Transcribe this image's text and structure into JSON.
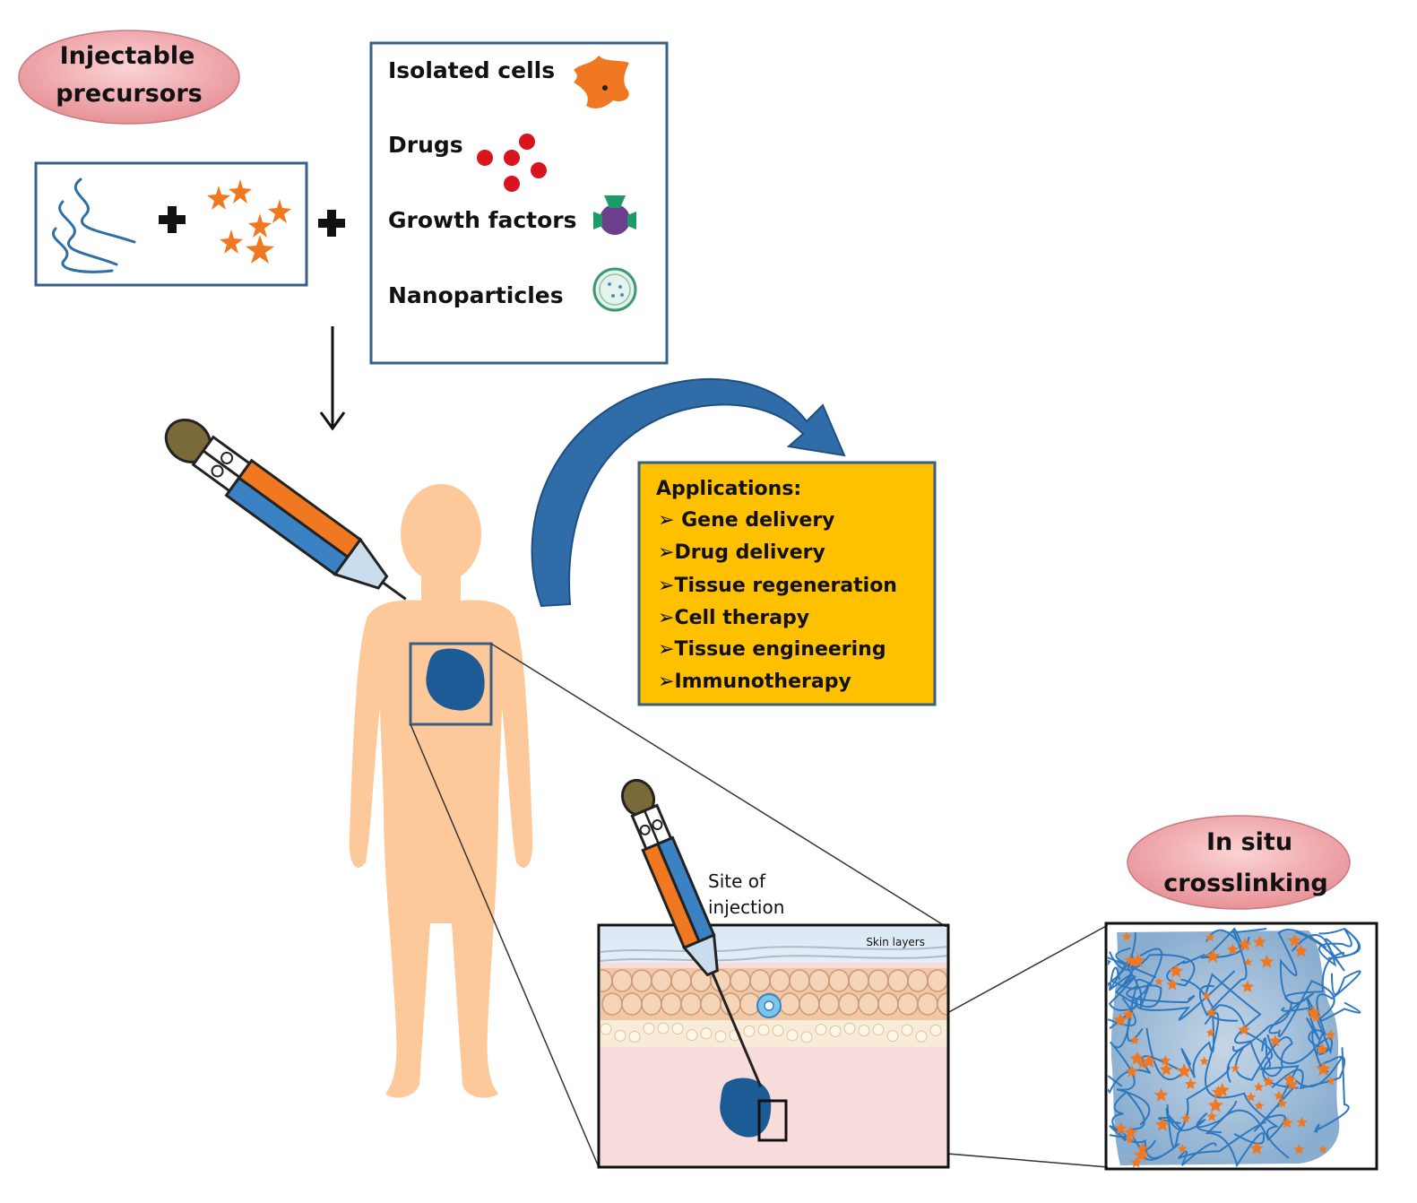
{
  "precursors_label": {
    "line1": "Injectable",
    "line2": "precursors"
  },
  "additives": {
    "items": [
      "Isolated cells",
      "Drugs",
      "Growth factors",
      "Nanoparticles"
    ]
  },
  "applications": {
    "title": "Applications:",
    "items": [
      "Gene delivery",
      "Drug delivery",
      "Tissue regeneration",
      "Cell therapy",
      "Tissue engineering",
      "Immunotherapy"
    ]
  },
  "injection_site": {
    "line1": "Site of",
    "line2": "injection"
  },
  "skin_label": "Skin layers",
  "crosslinking_label": {
    "line1": "In situ",
    "line2": "crosslinking"
  },
  "colors": {
    "ellipse_fill": "#f2a8ac",
    "box_border": "#3a5f86",
    "cell_orange": "#f07820",
    "drug_red": "#d8141e",
    "growth_purple": "#6b3f8c",
    "growth_green": "#1e9a68",
    "body_skin": "#fdc99a",
    "gel_blue": "#1c5b96",
    "applications_fill": "#ffc000",
    "arrow_blue": "#2f6ca8",
    "syringe_orange": "#f07820",
    "syringe_blue": "#3a82c4"
  }
}
